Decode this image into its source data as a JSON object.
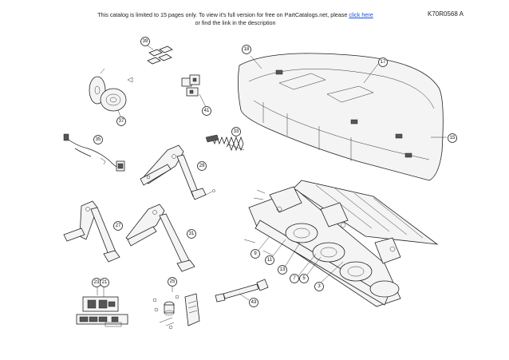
{
  "notice": {
    "line1_prefix": "This catalog is limited to 15 pages only. To view it's full version for free on PartCatalogs.net, please ",
    "link_text": "click here",
    "line2": "or find the link in the description"
  },
  "doc_ref": "K70R0568 A",
  "callouts": {
    "c39": "39",
    "c18": "18",
    "c17": "17",
    "c41": "41",
    "c37": "37",
    "c33": "33",
    "c15": "15",
    "c35": "35",
    "c29": "29",
    "c27": "27",
    "c31": "31",
    "c9": "9",
    "c11": "11",
    "c13": "13",
    "c7": "7",
    "c5": "5",
    "c3": "3",
    "c23": "23",
    "c21": "21",
    "c25": "25",
    "c43": "43"
  }
}
